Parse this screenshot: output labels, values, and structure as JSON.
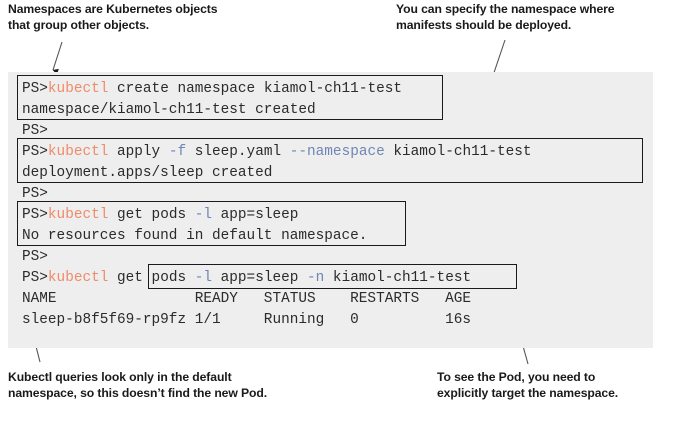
{
  "callouts": {
    "top_left": "Namespaces are Kubernetes objects\nthat group other objects.",
    "top_right": "You can specify the namespace where\nmanifests should be deployed.",
    "bottom_left": "Kubectl queries look only in the default\nnamespace, so this doesn’t find the new Pod.",
    "bottom_right": "To see the Pod, you need to\nexplicitly target the namespace."
  },
  "colors": {
    "terminal_background": "#eeeeee",
    "command_keyword": "#f08b6a",
    "command_flag": "#6f86b5",
    "text": "#2b2b2b",
    "box_border": "#1a1a1a",
    "callout_text": "#1a1a1a"
  },
  "terminal": {
    "prompt": "PS>",
    "lines": [
      {
        "id": "l1",
        "prompt": "PS>",
        "cmd": "kubectl",
        "rest": " create namespace kiamol-ch11-test",
        "type": "command"
      },
      {
        "id": "l2",
        "text": "namespace/kiamol-ch11-test created",
        "type": "output"
      },
      {
        "id": "l3",
        "prompt": "PS>",
        "cmd": "",
        "rest": "",
        "type": "prompt-only"
      },
      {
        "id": "l4",
        "prompt": "PS>",
        "cmd": "kubectl",
        "rest": " apply -f sleep.yaml --namespace kiamol-ch11-test",
        "type": "command"
      },
      {
        "id": "l5",
        "text": "deployment.apps/sleep created",
        "type": "output"
      },
      {
        "id": "l6",
        "prompt": "PS>",
        "cmd": "",
        "rest": "",
        "type": "prompt-only"
      },
      {
        "id": "l7",
        "prompt": "PS>",
        "cmd": "kubectl",
        "rest": " get pods -l app=sleep",
        "type": "command"
      },
      {
        "id": "l8",
        "text": "No resources found in default namespace.",
        "type": "output"
      },
      {
        "id": "l9",
        "prompt": "PS>",
        "cmd": "",
        "rest": "",
        "type": "prompt-only"
      },
      {
        "id": "l10",
        "prompt": "PS>",
        "cmd": "kubectl",
        "rest": " get pods -l app=sleep -n kiamol-ch11-test",
        "type": "command"
      }
    ],
    "segments": {
      "l1_pre": "PS>",
      "l1_cmd": "kubectl",
      "l1_rest": " create namespace kiamol-ch11-test",
      "l2": "namespace/kiamol-ch11-test created",
      "l3": "PS>",
      "l4_pre": "PS>",
      "l4_cmd": "kubectl",
      "l4_a": " apply ",
      "l4_flag1": "-f",
      "l4_b": " sleep.yaml ",
      "l4_flag2": "--namespace",
      "l4_c": " kiamol-ch11-test",
      "l5": "deployment.apps/sleep created",
      "l6": "PS>",
      "l7_pre": "PS>",
      "l7_cmd": "kubectl",
      "l7_a": " get pods ",
      "l7_flag1": "-l",
      "l7_b": " app=sleep",
      "l8": "No resources found in default namespace.",
      "l9": "PS>",
      "l10_pre": "PS>",
      "l10_cmd": "kubectl",
      "l10_a": " get pods ",
      "l10_flag1": "-l",
      "l10_b": " app=sleep ",
      "l10_flag2": "-n",
      "l10_c": " kiamol-ch11-test"
    },
    "pod_table": {
      "headers": [
        "NAME",
        "READY",
        "STATUS",
        "RESTARTS",
        "AGE"
      ],
      "header_line": "NAME                READY   STATUS    RESTARTS   AGE",
      "rows": [
        {
          "name": "sleep-b8f5f69-rp9fz",
          "ready": "1/1",
          "status": "Running",
          "restarts": "0",
          "age": "16s",
          "row_line": "sleep-b8f5f69-rp9fz 1/1     Running   0          16s"
        }
      ]
    }
  }
}
